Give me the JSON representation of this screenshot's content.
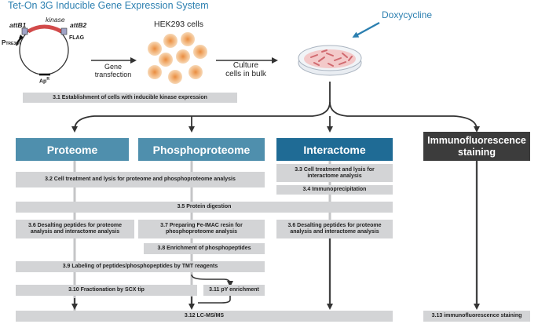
{
  "title": "Tet-On 3G Inducible Gene Expression System",
  "plasmid": {
    "att_left": "attB1",
    "att_right": "attB2",
    "kinase": "kinase",
    "promoter": "P",
    "promoter_sub": "TRE3GV",
    "flag": "FLAG",
    "ap": "Ap",
    "ap_sup": "R"
  },
  "cells_label": "HEK293 cells",
  "gene_transfection": "Gene\ntransfection",
  "culture_label": "Culture\ncells in bulk",
  "doxycycline": "Doxycycline",
  "step_3_1": "3.1 Establishment of cells with inducible kinase expression",
  "headers": {
    "proteome": "Proteome",
    "phosphoproteome": "Phosphoproteome",
    "interactome": "Interactome",
    "immuno": "Immunofluorescence\nstaining"
  },
  "colors": {
    "header_light": "#4f8fad",
    "header_dark": "#1f6b95",
    "header_black": "#3c3c3c",
    "box_grey": "#d3d4d6",
    "title_blue": "#2b7fb0"
  },
  "steps": {
    "s3_2": "3.2 Cell treatment and lysis for proteome and phosphoproteome analysis",
    "s3_3": "3.3 Cell treatment and lysis for\ninteractome analysis",
    "s3_4": "3.4 Immunoprecipitation",
    "s3_5": "3.5 Protein digestion",
    "s3_6a": "3.6 Desalting peptides for proteome\nanalysis and interactome analysis",
    "s3_7": "3.7 Preparing Fe-IMAC resin for\nphosphoproteome analysis",
    "s3_6b": "3.6 Desalting peptides for proteome\nanalysis and interactome analysis",
    "s3_8": "3.8 Enrichment of phosphopeptides",
    "s3_9": "3.9 Labeling of peptides/phosphopeptides by TMT reagents",
    "s3_10": "3.10 Fractionation by SCX tip",
    "s3_11": "3.11 pY enrichment",
    "s3_12": "3.12 LC-MS/MS",
    "s3_13": "3.13 immunofluorescence staining"
  }
}
